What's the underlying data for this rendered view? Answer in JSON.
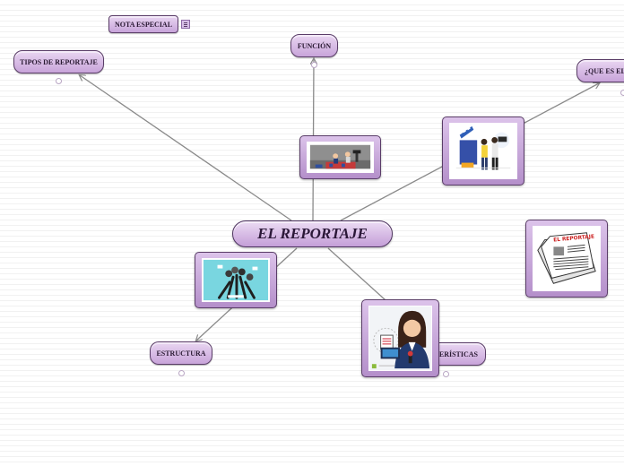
{
  "mindmap": {
    "central": "EL REPORTAJE",
    "topics": [
      {
        "id": "nota-especial",
        "label": "NOTA ESPECIAL"
      },
      {
        "id": "tipos",
        "label": "TIPOS DE REPORTAJE"
      },
      {
        "id": "funcion",
        "label": "FUNCIÓN"
      },
      {
        "id": "que-es",
        "label": "¿QUE ES EL"
      },
      {
        "id": "estructura",
        "label": "ESTRUCTURA"
      },
      {
        "id": "caracteristicas",
        "label": "TERÍSTICAS"
      }
    ],
    "images": [
      {
        "id": "img-news-desk",
        "icon": "news-studio-illustration"
      },
      {
        "id": "img-film-crew",
        "icon": "film-crew-illustration"
      },
      {
        "id": "img-newspaper",
        "icon": "newspaper-illustration",
        "headline": "EL REPORTAJE"
      },
      {
        "id": "img-microphones",
        "icon": "microphones-illustration"
      },
      {
        "id": "img-reporter",
        "icon": "reporter-illustration"
      }
    ]
  },
  "colors": {
    "node_top": "#e9d6f2",
    "node_bottom": "#c8a4da",
    "border": "#5a3d68",
    "line": "#8a8a8a"
  }
}
